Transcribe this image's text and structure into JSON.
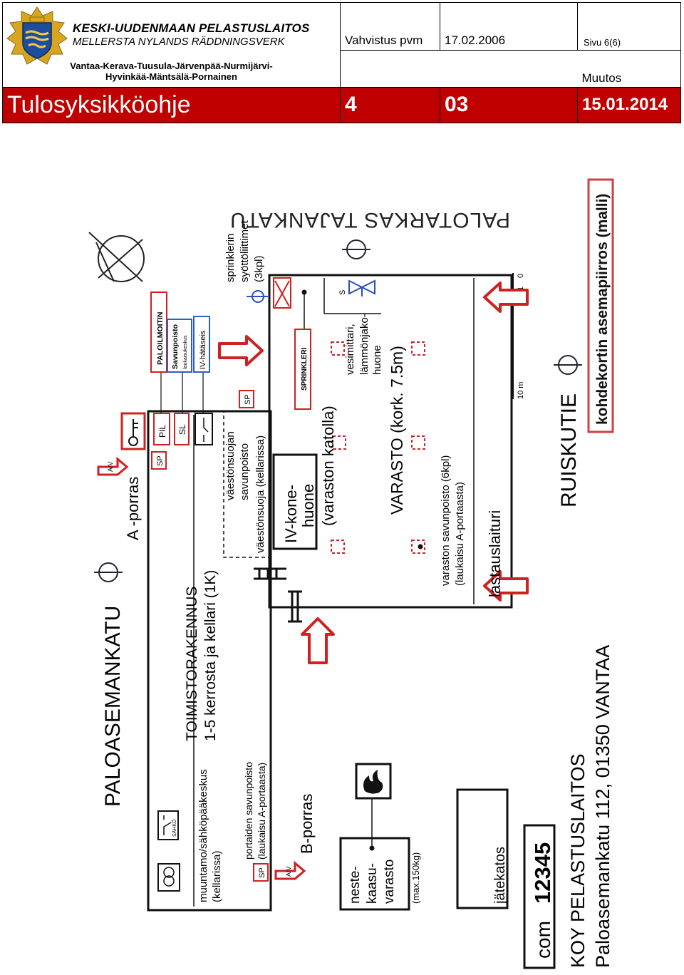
{
  "header": {
    "org_name_fi": "KESKI-UUDENMAAN PELASTUSLAITOS",
    "org_name_sv": "MELLERSTA NYLANDS RÄDDNINGSVERK",
    "municipalities_line1": "Vantaa-Kerava-Tuusula-Järvenpää-Nurmijärvi-",
    "municipalities_line2": "Hyvinkää-Mäntsälä-Pornainen",
    "confirm_label": "Vahvistus pvm",
    "confirm_date": "17.02.2006",
    "page_label": "Sivu 6(6)",
    "change_label": "Muutos",
    "doc_title": "Tulosyksikköohje",
    "doc_number": "4",
    "doc_sub": "03",
    "change_date": "15.01.2014"
  },
  "plan": {
    "heading": "PALOTARKAS TAJANKATU",
    "model_label": "kohdekortin asemapiirros (malli)",
    "street_main": "PALOASEMANKATU",
    "street_side": "RUISKUTIE",
    "building_name": "TOIMISTORAKENNUS",
    "building_desc": "1-5 kerrosta ja kellari (1K)",
    "stair_a": "A -porras",
    "stair_b": "B-porras",
    "stair_smoke": "portaiden savunpoisto",
    "stair_smoke_note": "(laukaisu A-portaasta)",
    "control_room": "muuntamo/sähköpääkeskus",
    "control_room_note": "(kellarissa)",
    "shelter_smoke_1": "väestönsuojan",
    "shelter_smoke_2": "savunpoisto",
    "shelter": "väestönsuoja (kellarissa)",
    "ventroom_1": "IV-kone-",
    "ventroom_2": "huone",
    "ventroom_note": "(varaston katolla)",
    "storage": "VARASTO (kork. 7.5m)",
    "storage_smoke": "varaston savunpoisto (6kpl)",
    "storage_smoke_note": "(laukaisu A-portaasta)",
    "loading": "lastauslaituri",
    "sprinkler_inlets_1": "sprinklerin",
    "sprinkler_inlets_2": "syöttöliittimet",
    "sprinkler_inlets_3": "(3kpl)",
    "water_meter_1": "vesimittari,",
    "water_meter_2": "lämmönjako-",
    "water_meter_3": "huone",
    "sprinkler": "SPRINKLERI",
    "fire_alarm": "PALOILMOITIN",
    "smoke_removal": "Savunpoisto",
    "smoke_removal_sub": "laukaisukeskus",
    "iv_emergency": "IV-hätäseis",
    "gas_1": "neste-",
    "gas_2": "kaasu-",
    "gas_3": "varasto",
    "gas_note": "(max.150kg)",
    "waste": "jätekatos",
    "com_label": "com",
    "com_number": "12345",
    "owner": "KOY PELASTUSLAITOS",
    "address": "Paloasemankatu 112, 01350 VANTAA",
    "scale_label": "10 m",
    "scale_zero": "0",
    "scale_one": "1",
    "sp": "SP",
    "pil": "PIL",
    "sl": "SL",
    "av": "A/V",
    "sahko": "SÄHKÖ",
    "s": "S"
  }
}
